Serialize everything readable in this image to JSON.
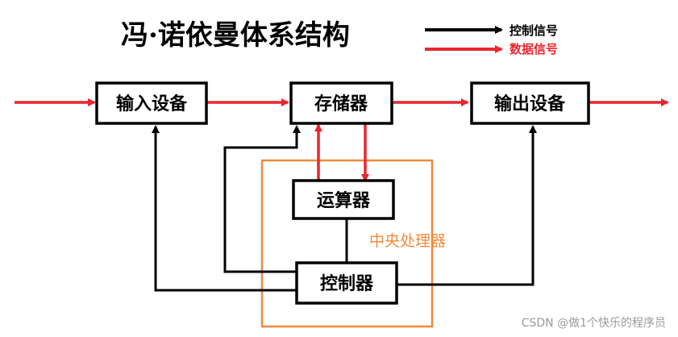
{
  "title": "冯·诺依曼体系结构",
  "legend": {
    "control_label": "控制信号",
    "data_label": "数据信号"
  },
  "colors": {
    "control": "#000000",
    "data": "#e8262f",
    "cpu": "#f08a3c"
  },
  "units": {
    "input": "输入设备",
    "memory": "存储器",
    "output": "输出设备",
    "alu": "运算器",
    "controller": "控制器"
  },
  "cpu_label": "中央处理器",
  "watermark": "CSDN @做1个快乐的程序员"
}
